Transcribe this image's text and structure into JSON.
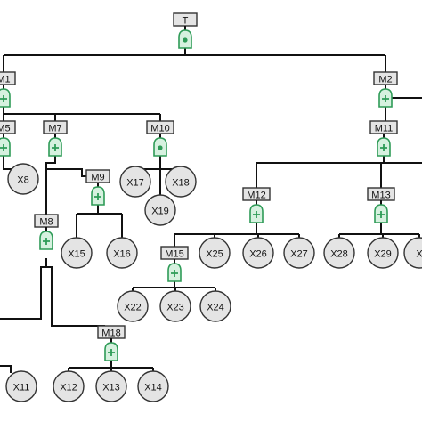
{
  "diagram": {
    "colors": {
      "line": "#111111",
      "gate_stroke": "#2e9b57",
      "gate_fill": "#d6f1df",
      "node_fill": "#e4e4e4",
      "node_stroke": "#333333",
      "text": "#111111"
    },
    "gates": [
      {
        "id": "T",
        "label": "T",
        "type": "and"
      },
      {
        "id": "M1",
        "label": "M1",
        "type": "or"
      },
      {
        "id": "M2",
        "label": "M2",
        "type": "or"
      },
      {
        "id": "M5",
        "label": "M5",
        "type": "or"
      },
      {
        "id": "M7",
        "label": "M7",
        "type": "or"
      },
      {
        "id": "M10",
        "label": "M10",
        "type": "and"
      },
      {
        "id": "M11",
        "label": "M11",
        "type": "or"
      },
      {
        "id": "M9",
        "label": "M9",
        "type": "or"
      },
      {
        "id": "M8",
        "label": "M8",
        "type": "or"
      },
      {
        "id": "M12",
        "label": "M12",
        "type": "or"
      },
      {
        "id": "M13",
        "label": "M13",
        "type": "or"
      },
      {
        "id": "M15",
        "label": "M15",
        "type": "or"
      },
      {
        "id": "M18",
        "label": "M18",
        "type": "or"
      }
    ],
    "events": [
      {
        "id": "X8",
        "label": "X8"
      },
      {
        "id": "X17",
        "label": "X17"
      },
      {
        "id": "X18",
        "label": "X18"
      },
      {
        "id": "X19",
        "label": "X19"
      },
      {
        "id": "X15",
        "label": "X15"
      },
      {
        "id": "X16",
        "label": "X16"
      },
      {
        "id": "X25",
        "label": "X25"
      },
      {
        "id": "X26",
        "label": "X26"
      },
      {
        "id": "X27",
        "label": "X27"
      },
      {
        "id": "X28",
        "label": "X28"
      },
      {
        "id": "X29",
        "label": "X29"
      },
      {
        "id": "X30",
        "label": "X"
      },
      {
        "id": "X22",
        "label": "X22"
      },
      {
        "id": "X23",
        "label": "X23"
      },
      {
        "id": "X24",
        "label": "X24"
      },
      {
        "id": "X11",
        "label": "X11"
      },
      {
        "id": "X12",
        "label": "X12"
      },
      {
        "id": "X13",
        "label": "X13"
      },
      {
        "id": "X14",
        "label": "X14"
      }
    ],
    "edges": [
      {
        "from": "T",
        "to": "M1"
      },
      {
        "from": "T",
        "to": "M2"
      },
      {
        "from": "M1",
        "to": "M5"
      },
      {
        "from": "M1",
        "to": "M7"
      },
      {
        "from": "M1",
        "to": "M10"
      },
      {
        "from": "M5",
        "to": "X8"
      },
      {
        "from": "M7",
        "to": "M9"
      },
      {
        "from": "M7",
        "to": "M8"
      },
      {
        "from": "M10",
        "to": "X17"
      },
      {
        "from": "M10",
        "to": "X18"
      },
      {
        "from": "M10",
        "to": "X19"
      },
      {
        "from": "M9",
        "to": "X15"
      },
      {
        "from": "M9",
        "to": "X16"
      },
      {
        "from": "M8",
        "to": "M18"
      },
      {
        "from": "M2",
        "to": "M11"
      },
      {
        "from": "M11",
        "to": "M12"
      },
      {
        "from": "M11",
        "to": "M13"
      },
      {
        "from": "M12",
        "to": "M15"
      },
      {
        "from": "M12",
        "to": "X25"
      },
      {
        "from": "M12",
        "to": "X26"
      },
      {
        "from": "M12",
        "to": "X27"
      },
      {
        "from": "M13",
        "to": "X28"
      },
      {
        "from": "M13",
        "to": "X29"
      },
      {
        "from": "M13",
        "to": "X30"
      },
      {
        "from": "M15",
        "to": "X22"
      },
      {
        "from": "M15",
        "to": "X23"
      },
      {
        "from": "M15",
        "to": "X24"
      },
      {
        "from": "M18",
        "to": "X12"
      },
      {
        "from": "M18",
        "to": "X13"
      },
      {
        "from": "M18",
        "to": "X14"
      }
    ]
  }
}
